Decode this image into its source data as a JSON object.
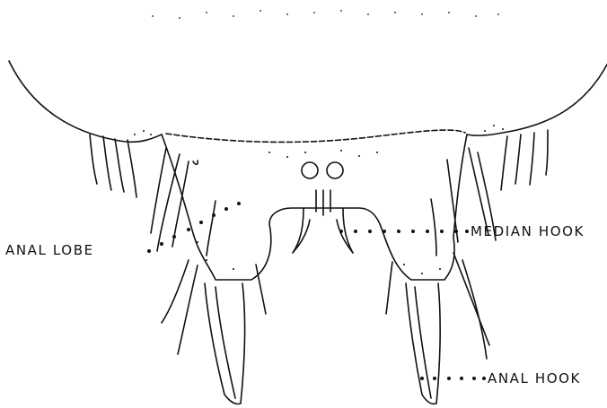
{
  "labels": {
    "anal_lobe": "ANAL LOBE",
    "median_hook": "MEDIAN HOOK",
    "anal_hook": "ANAL HOOK"
  },
  "colors": {
    "ink": "#111111",
    "paper": "#ffffff"
  }
}
